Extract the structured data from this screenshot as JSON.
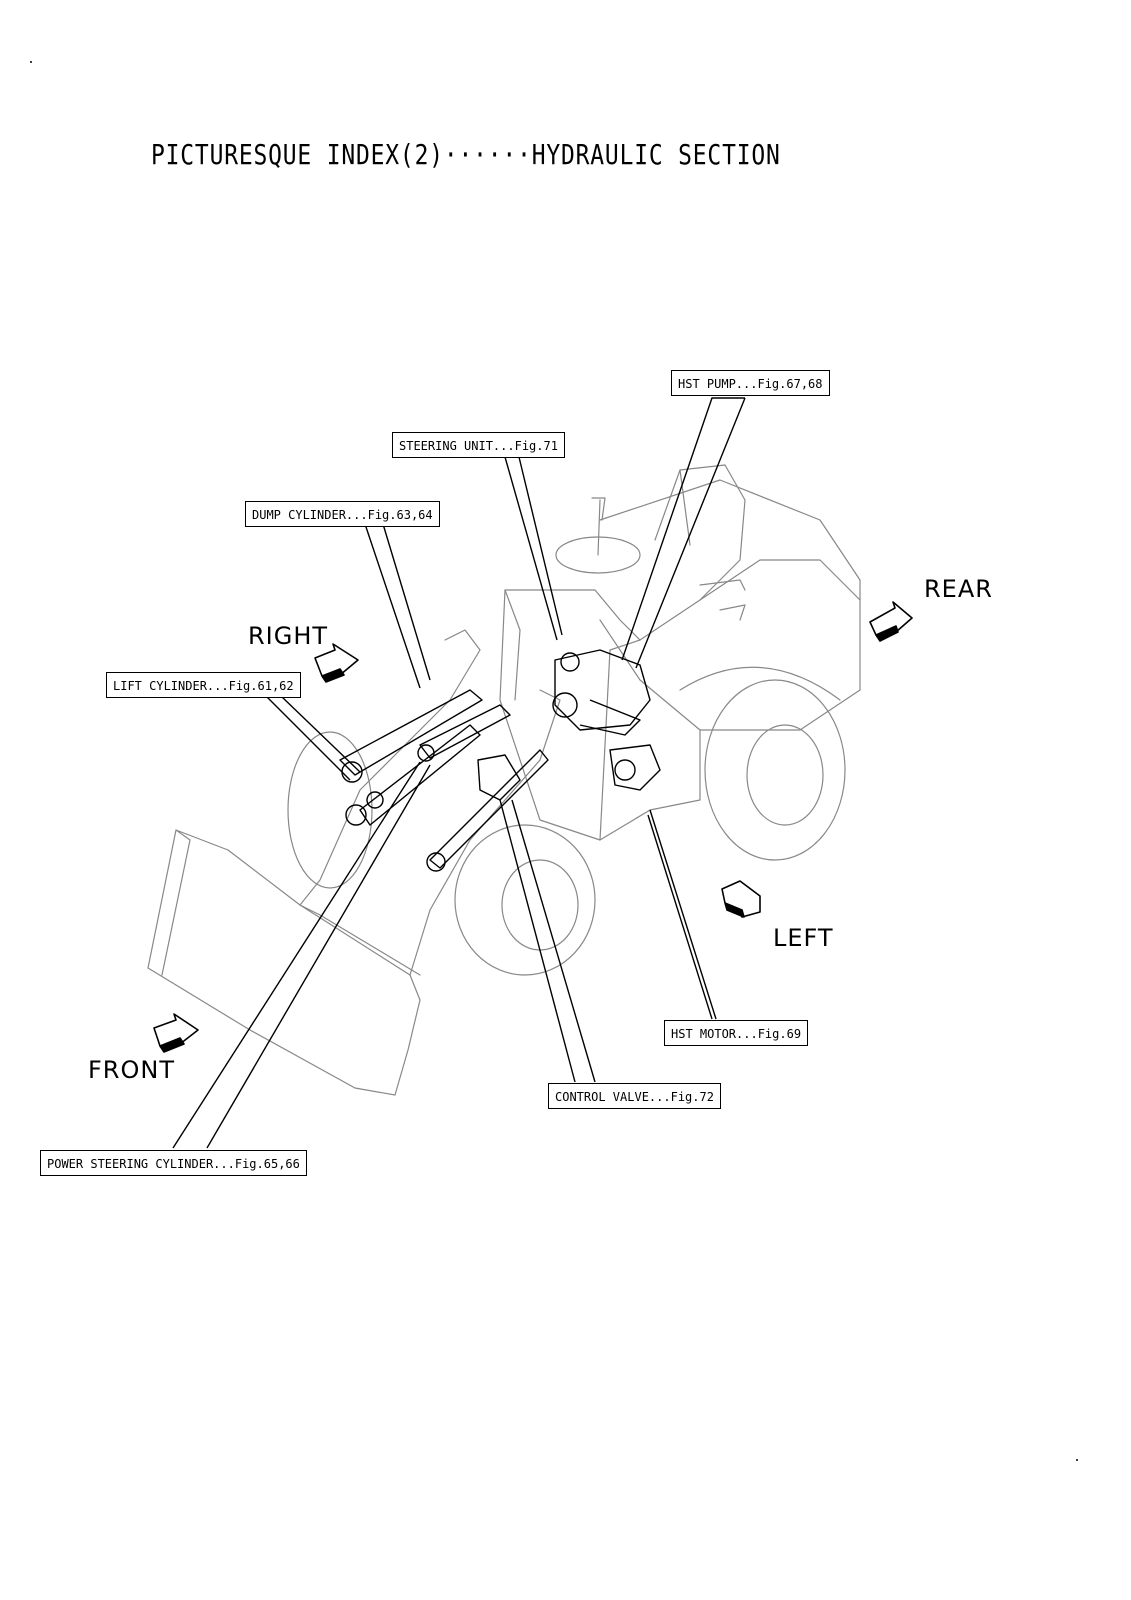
{
  "title": "PICTURESQUE INDEX(2)······HYDRAULIC SECTION",
  "callouts": {
    "hst_pump": "HST PUMP...Fig.67,68",
    "steering_unit": "STEERING UNIT...Fig.71",
    "dump_cylinder": "DUMP CYLINDER...Fig.63,64",
    "lift_cylinder": "LIFT CYLINDER...Fig.61,62",
    "hst_motor": "HST MOTOR...Fig.69",
    "control_valve": "CONTROL VALVE...Fig.72",
    "power_steering_cylinder": "POWER STEERING CYLINDER...Fig.65,66"
  },
  "directions": {
    "right": "RIGHT",
    "rear": "REAR",
    "left": "LEFT",
    "front": "FRONT"
  }
}
